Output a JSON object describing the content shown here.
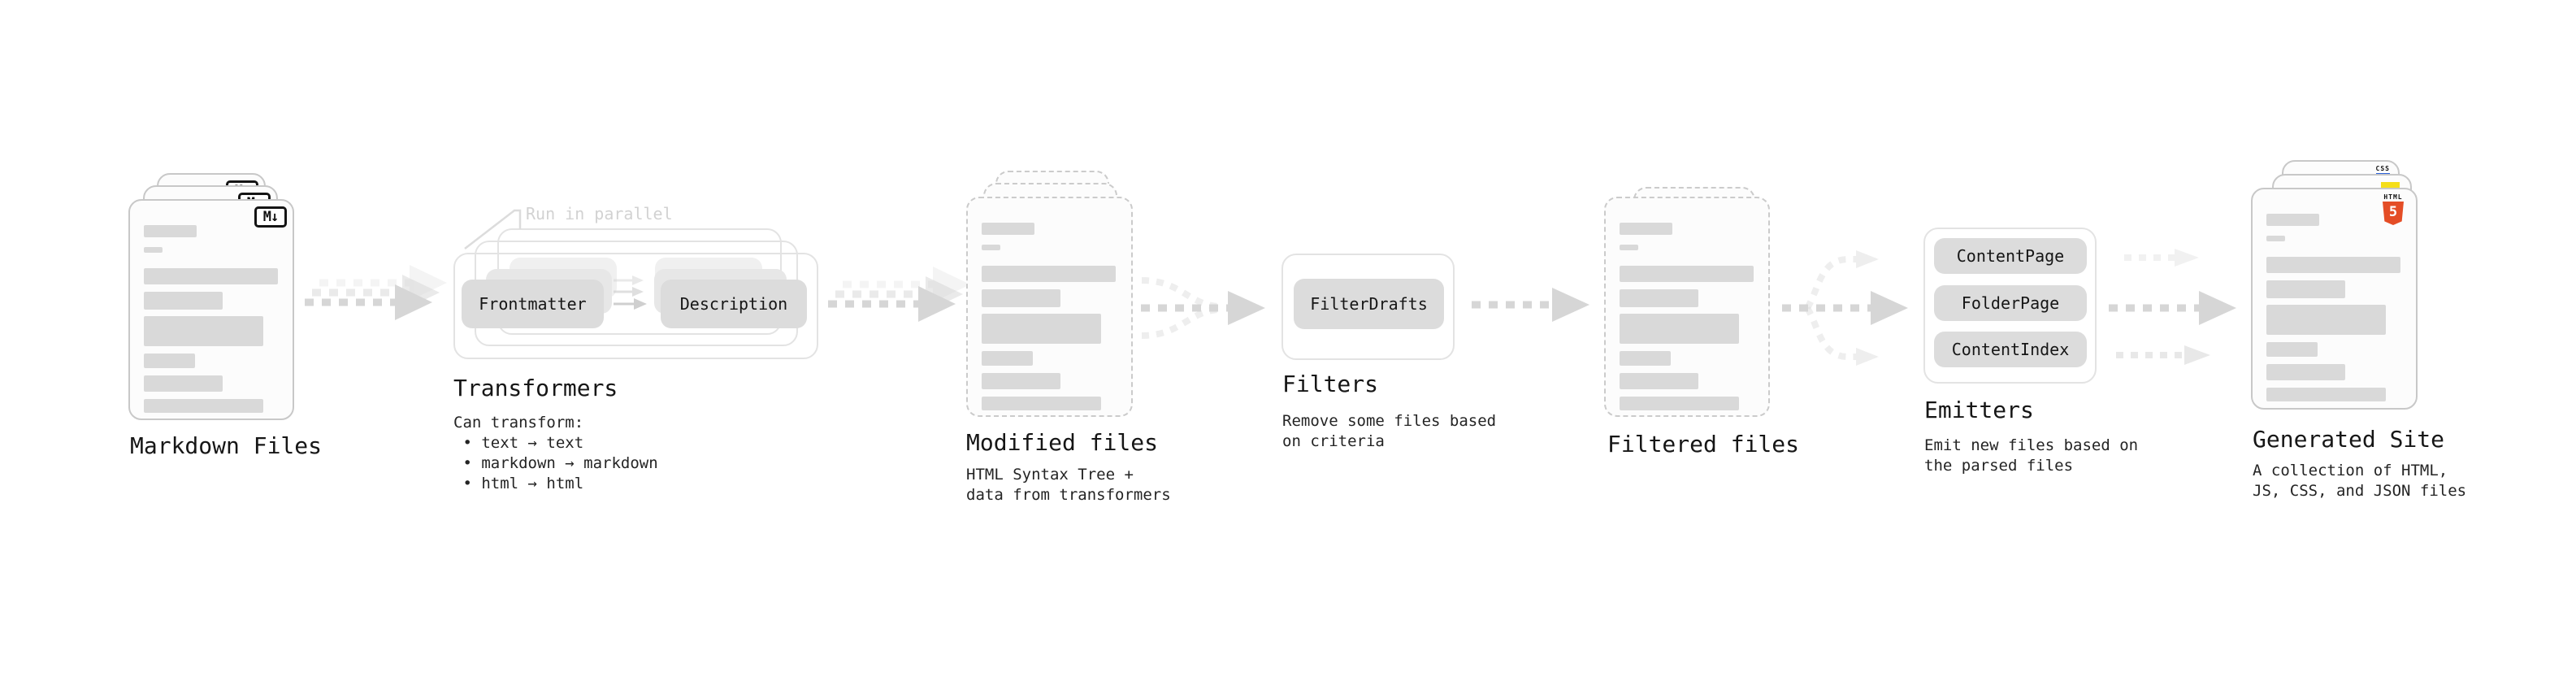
{
  "stages": {
    "markdown_files": {
      "title": "Markdown Files",
      "file_badge": "M↓"
    },
    "transformers": {
      "title": "Transformers",
      "annotation": "Run in parallel",
      "nodes": [
        "Frontmatter",
        "Description"
      ],
      "caption": [
        "Can transform:",
        " • text → text",
        " • markdown → markdown",
        " • html → html"
      ]
    },
    "modified_files": {
      "title": "Modified files",
      "caption": [
        "HTML Syntax Tree +",
        "data from transformers"
      ]
    },
    "filters": {
      "title": "Filters",
      "nodes": [
        "FilterDrafts"
      ],
      "caption": [
        "Remove some files based",
        "on criteria"
      ]
    },
    "filtered_files": {
      "title": "Filtered files"
    },
    "emitters": {
      "title": "Emitters",
      "nodes": [
        "ContentPage",
        "FolderPage",
        "ContentIndex"
      ],
      "caption": [
        "Emit new files based on",
        "the parsed files"
      ]
    },
    "generated_site": {
      "title": "Generated Site",
      "caption": [
        "A collection of HTML,",
        "JS, CSS, and JSON files"
      ],
      "badges": {
        "html5_text": "HTML",
        "html5_five": "5",
        "css_text": "CSS"
      }
    }
  },
  "colors": {
    "background": "#ffffff",
    "card_border": "#c8c8c8",
    "dashed_card_border": "#cbcbcb",
    "placeholder_bar": "#d9d9d9",
    "frame_border": "#e3e3e3",
    "node_fill": "#dcdcdc",
    "arrow": "#d6d6d6",
    "annotation": "#d2d2d2",
    "text": "#161616",
    "html5_orange": "#e44d26",
    "js_yellow": "#f5de19",
    "css_blue": "#2c62d9"
  }
}
